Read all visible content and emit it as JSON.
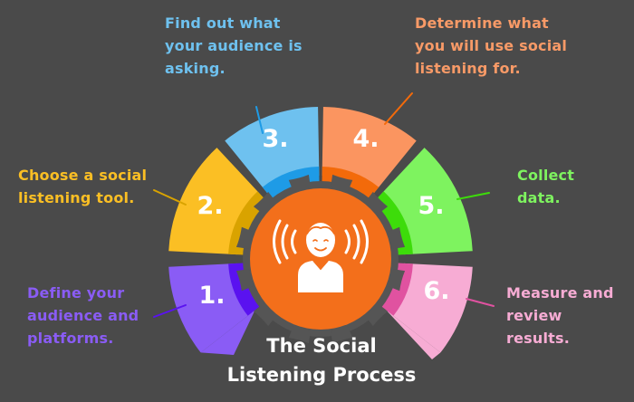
{
  "title": {
    "line1": "The Social",
    "line2": "Listening Process"
  },
  "center_icon": "person-listening-icon",
  "steps": [
    {
      "number": "1.",
      "color": "#8a5cf5",
      "inner_color": "#5a12f0",
      "label_lines": [
        "Define your",
        "audience and",
        "platforms."
      ]
    },
    {
      "number": "2.",
      "color": "#fbbf24",
      "inner_color": "#d9a300",
      "label_lines": [
        "Choose a social",
        "listening tool."
      ]
    },
    {
      "number": "3.",
      "color": "#6ec1ef",
      "inner_color": "#1e9be6",
      "label_lines": [
        "Find out what",
        "your audience is",
        "asking."
      ]
    },
    {
      "number": "4.",
      "color": "#fb9560",
      "inner_color": "#f36a0a",
      "label_lines": [
        "Determine what",
        "you will use social",
        "listening for."
      ]
    },
    {
      "number": "5.",
      "color": "#7ef35f",
      "inner_color": "#3ddc0a",
      "label_lines": [
        "Collect",
        "data."
      ]
    },
    {
      "number": "6.",
      "color": "#f7acd4",
      "inner_color": "#e052a0",
      "label_lines": [
        "Measure and",
        "review",
        "results."
      ]
    }
  ],
  "colors": {
    "background": "#4a4a4a",
    "center": "#f36f1b",
    "gear": "#555555"
  }
}
